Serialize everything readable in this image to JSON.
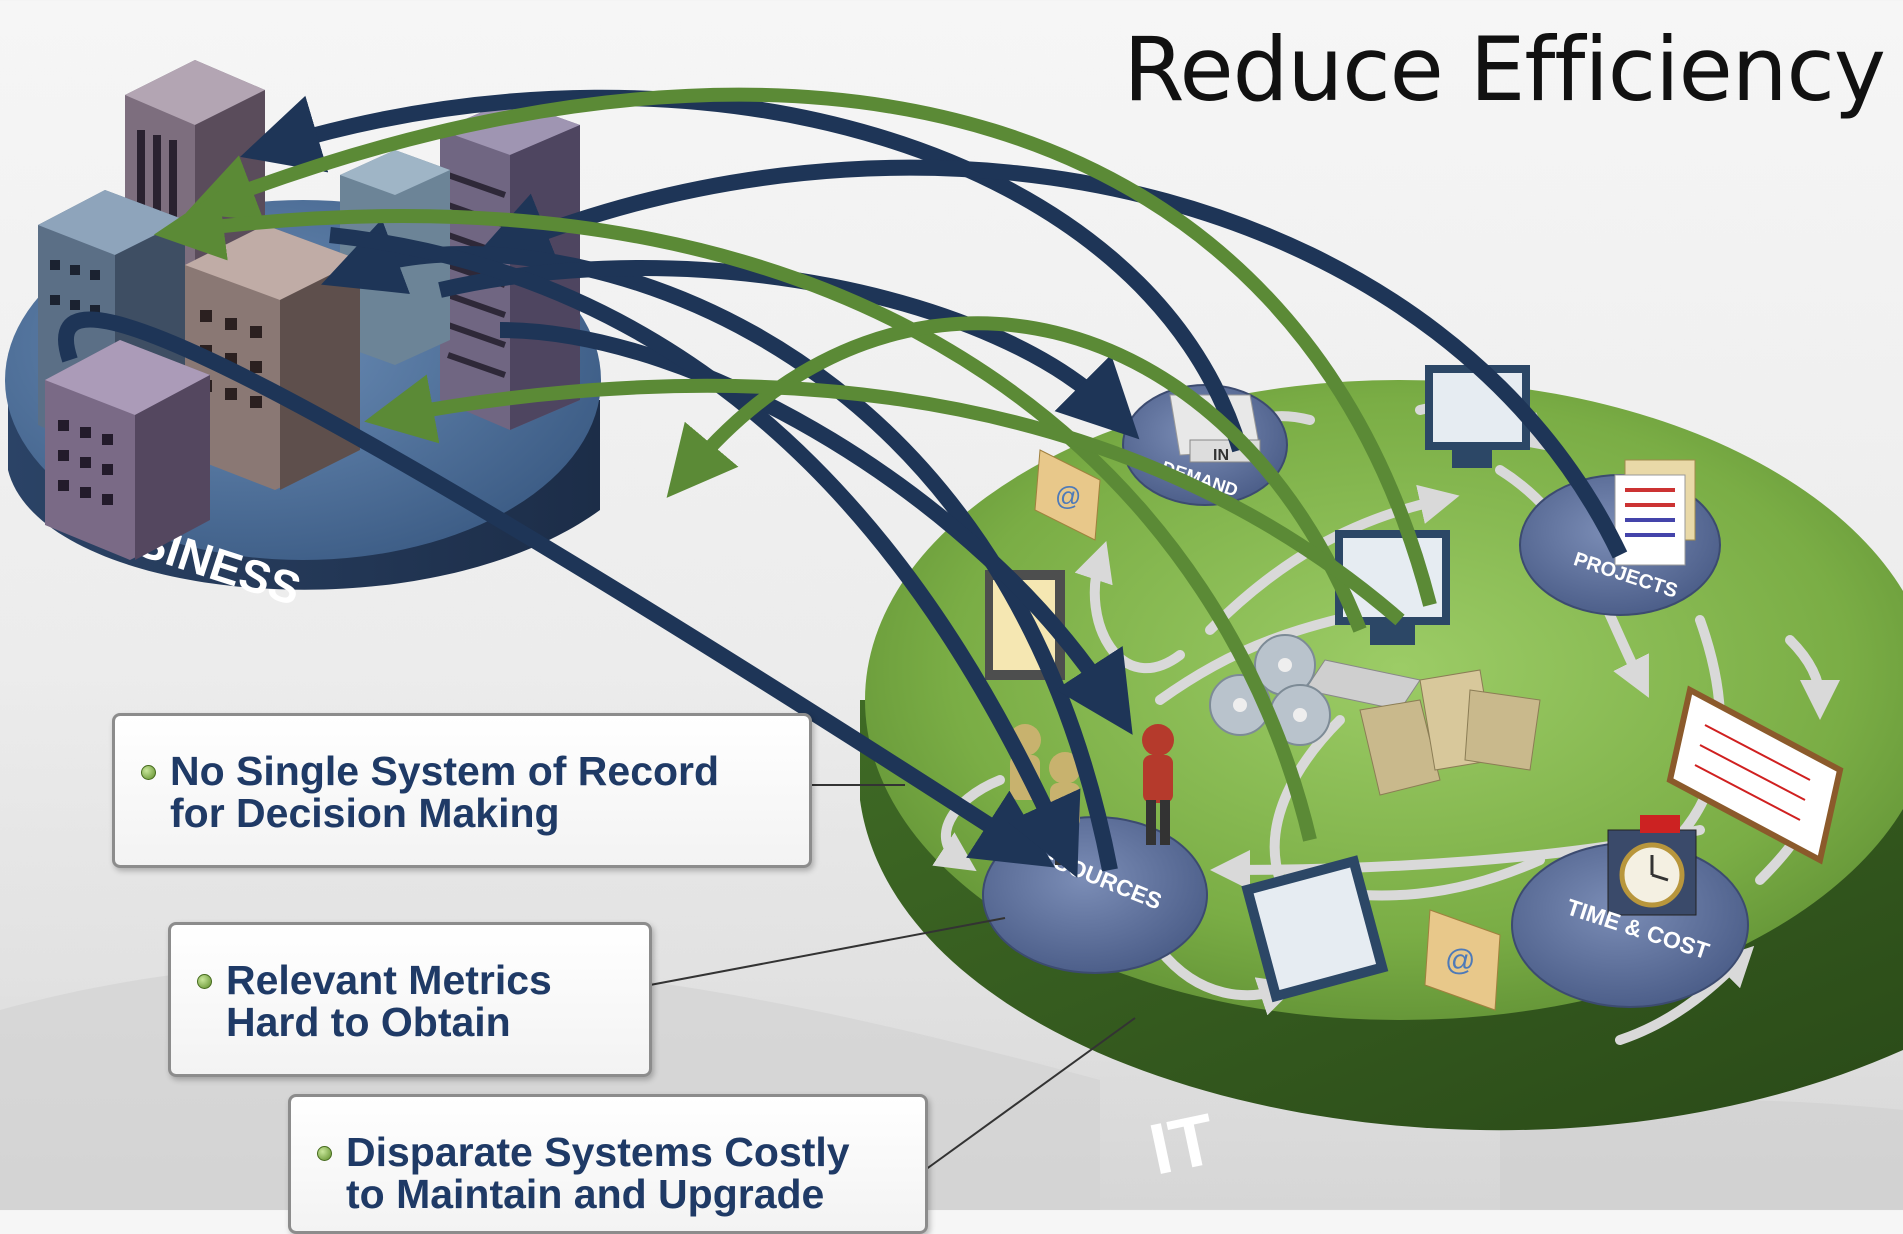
{
  "title": "Reduce Efficiency",
  "labels": {
    "business": "BUSINESS",
    "it": "IT",
    "demand_in": "IN",
    "demand": "DEMAND",
    "projects": "PROJECTS",
    "resources": "RESOURCES",
    "time_cost": "TIME & COST"
  },
  "callouts": [
    {
      "line1": "No Single System of Record",
      "line2": "for Decision Making"
    },
    {
      "line1": "Relevant Metrics",
      "line2": "Hard to Obtain"
    },
    {
      "line1": "Disparate Systems Costly",
      "line2": "to Maintain and Upgrade"
    }
  ],
  "colors": {
    "blue_arrow": "#1e3557",
    "green_arrow": "#5b8a36",
    "it_disk": "#7fb24a",
    "business_disk": "#4a6a92",
    "callout_text": "#1f3a66"
  }
}
